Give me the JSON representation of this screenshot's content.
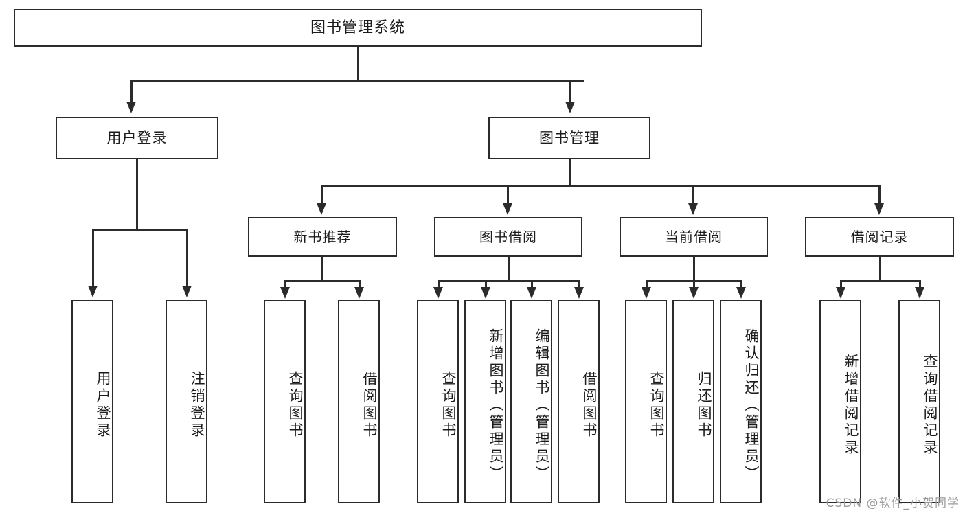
{
  "diagram": {
    "title": "图书管理系统",
    "type": "hierarchy-tree",
    "watermark": "CSDN @软件_小贺同学",
    "root": {
      "label": "图书管理系统"
    },
    "level2": [
      {
        "label": "用户登录"
      },
      {
        "label": "图书管理"
      }
    ],
    "level3": [
      {
        "label": "新书推荐"
      },
      {
        "label": "图书借阅"
      },
      {
        "label": "当前借阅"
      },
      {
        "label": "借阅记录"
      }
    ],
    "leaves": {
      "user_login": [
        {
          "label": "用户登录"
        },
        {
          "label": "注销登录"
        }
      ],
      "new_book_recommend": [
        {
          "label": "查询图书"
        },
        {
          "label": "借阅图书"
        }
      ],
      "book_borrow": [
        {
          "label": "查询图书"
        },
        {
          "label": "新增图书（管理员）"
        },
        {
          "label": "编辑图书（管理员）"
        },
        {
          "label": "借阅图书"
        }
      ],
      "current_borrow": [
        {
          "label": "查询图书"
        },
        {
          "label": "归还图书"
        },
        {
          "label": "确认归还（管理员）"
        }
      ],
      "borrow_record": [
        {
          "label": "新增借阅记录"
        },
        {
          "label": "查询借阅记录"
        }
      ]
    },
    "colors": {
      "stroke": "#2b2b2b",
      "fill": "#ffffff",
      "text": "#1c1c1c",
      "watermark": "#9a9a9a"
    }
  }
}
